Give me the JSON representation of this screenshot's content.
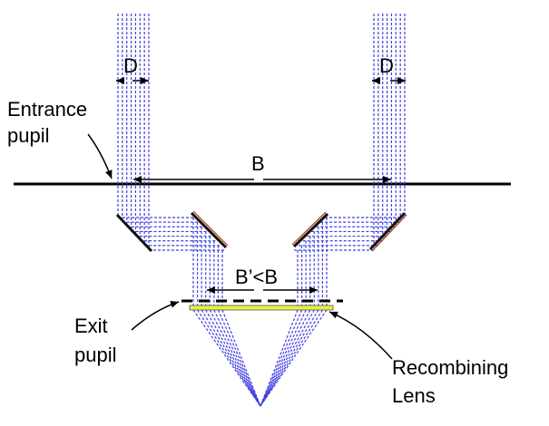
{
  "labels": {
    "d_left": "D",
    "d_right": "D",
    "baseline": "B",
    "reduced_baseline": "B’<B",
    "entrance_pupil_line1": "Entrance",
    "entrance_pupil_line2": "pupil",
    "exit_pupil_line1": "Exit",
    "exit_pupil_line2": "pupil",
    "lens_line1": "Recombining",
    "lens_line2": "Lens"
  },
  "colors": {
    "beam": "#4040e0",
    "mirror": "#111111",
    "mirror_edge": "#b03000",
    "lens": "#e8f040",
    "line": "#000000"
  }
}
